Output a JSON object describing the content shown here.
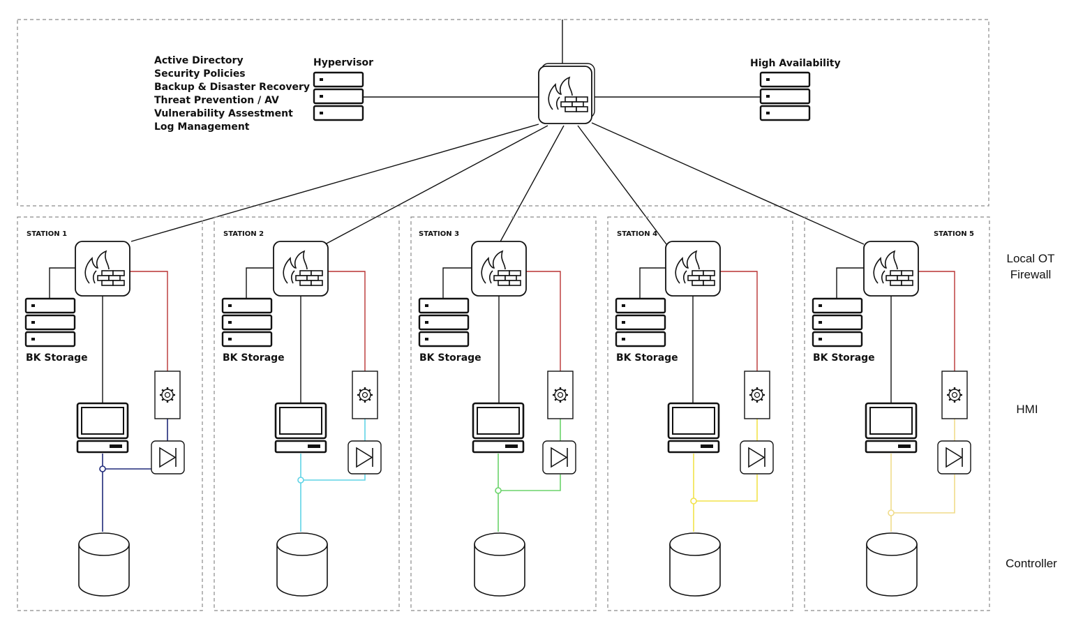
{
  "services": [
    "Active Directory",
    "Security Policies",
    "Backup & Disaster Recovery",
    "Threat Prevention / AV",
    "Vulnerability Assestment",
    "Log Management"
  ],
  "hypervisor_label": "Hypervisor",
  "ha_label": "High Availability",
  "row_labels": {
    "firewall_line1": "Local OT",
    "firewall_line2": "Firewall",
    "hmi": "HMI",
    "controller": "Controller"
  },
  "stations": [
    {
      "name": "STATION 1",
      "storage_label": "BK Storage",
      "link_color": "#1f2a7a"
    },
    {
      "name": "STATION 2",
      "storage_label": "BK Storage",
      "link_color": "#5fd3e6"
    },
    {
      "name": "STATION 3",
      "storage_label": "BK Storage",
      "link_color": "#6bd36b"
    },
    {
      "name": "STATION 4",
      "storage_label": "BK Storage",
      "link_color": "#f2e24a"
    },
    {
      "name": "STATION 5",
      "storage_label": "BK Storage",
      "link_color": "#f0dc8a"
    }
  ],
  "colors": {
    "firewall_link": "#b83232",
    "border": "#8a8a8a"
  },
  "icons": {
    "firewall": "firewall-icon",
    "server": "server-stack-icon",
    "hmi": "computer-icon",
    "gear": "gear-icon",
    "diode": "data-diode-icon",
    "controller": "database-cylinder-icon"
  }
}
